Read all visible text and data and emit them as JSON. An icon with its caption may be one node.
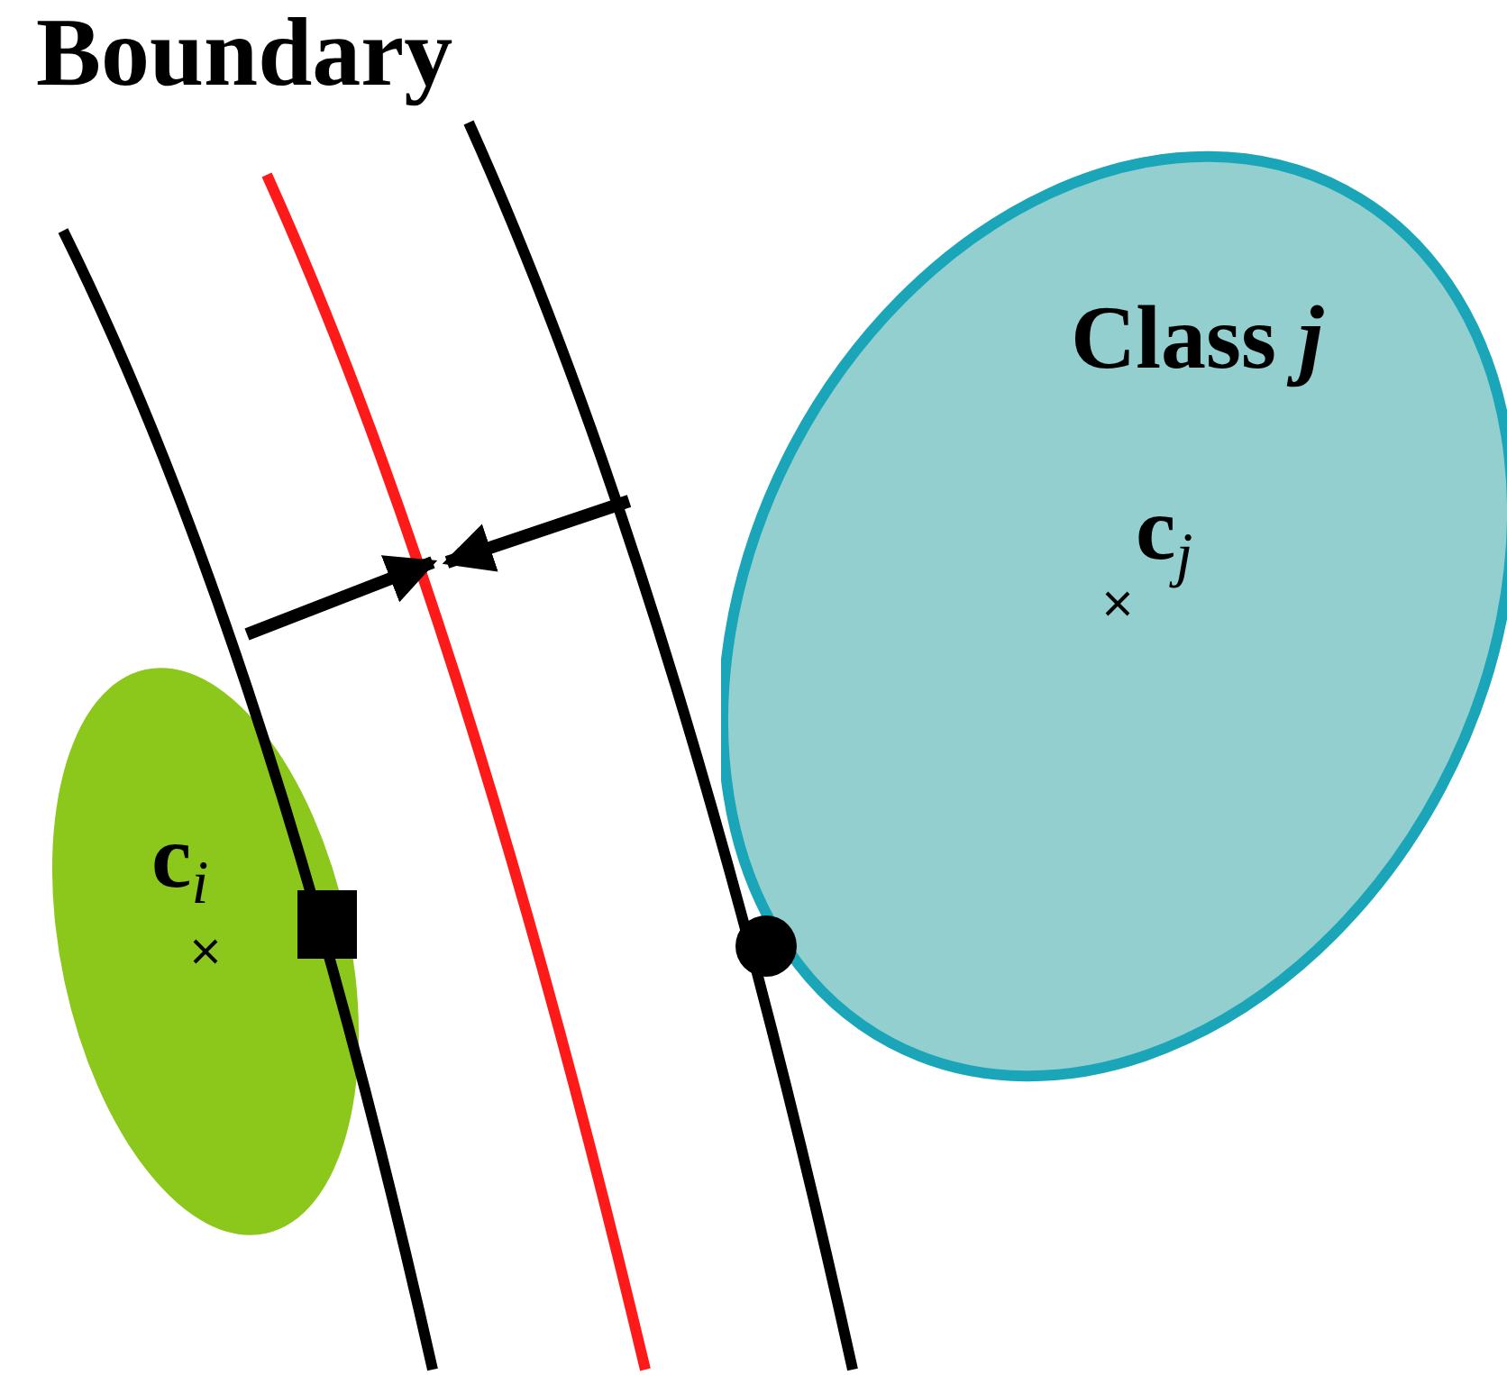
{
  "diagram": {
    "nodes": [
      {
        "text": [
          "c$_{i}$"
        ]
      },
      {
        "text": [
          "Class *j*",
          "c$_{j}$"
        ]
      }
    ],
    "labels": [
      "Boundary"
    ]
  }
}
